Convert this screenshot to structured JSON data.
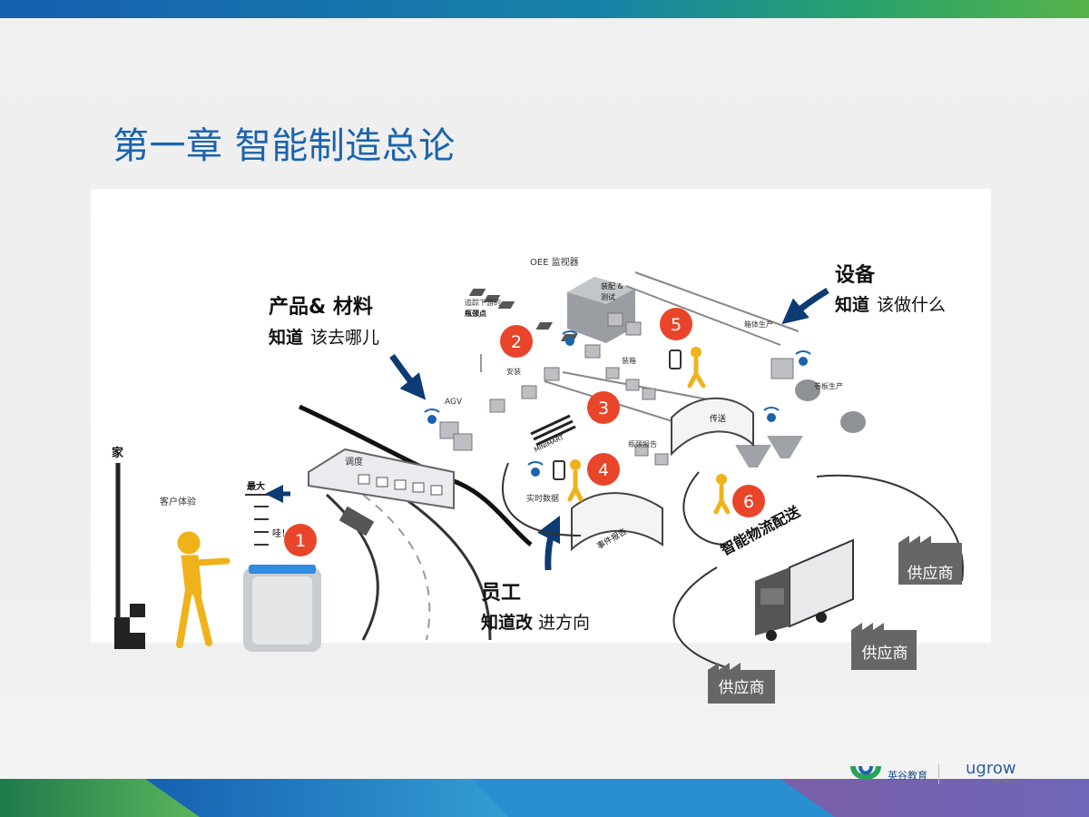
{
  "title": "第一章 智能制造总论",
  "diagram": {
    "headlines": {
      "product_material": {
        "line1": "产品& 材料",
        "line2_bold": "知道",
        "line2_rest": "该去哪儿"
      },
      "equipment": {
        "line1": "设备",
        "line2_bold": "知道",
        "line2_rest": "该做什么"
      },
      "staff": {
        "line1": "员工",
        "line2_bold": "知道改",
        "line2_rest": "进方向"
      }
    },
    "left_labels": {
      "home": "家",
      "customer_experience": "客户体验",
      "max": "最大",
      "wow": "哇！"
    },
    "small_labels": {
      "oee": "OEE 监视器",
      "agv": "AGV",
      "dispatch": "调度",
      "realtime": "实时数据",
      "minimart": "MINIMART",
      "assembly_a": "装配 &",
      "assembly_b": "测试",
      "next_step_a": "追踪下游的",
      "next_step_b": "瓶颈点",
      "install": "安装",
      "pack": "装箱",
      "box_production": "箱体生产",
      "sheet_production": "卷板生产",
      "transport": "传送",
      "bottleneck": "瓶颈报告",
      "event_report": "事件报告"
    },
    "logistics": "智能物流配送",
    "suppliers": [
      "供应商",
      "供应商",
      "供应商"
    ],
    "badges": [
      "1",
      "2",
      "3",
      "4",
      "5",
      "6"
    ]
  },
  "logo": {
    "name_cn": "英谷教育",
    "brand": "ugrow",
    "brand_sub": "121教英谷"
  },
  "colors": {
    "title": "#1b63ae",
    "badge": "#e8452a",
    "arrow": "#0d3b73",
    "worker": "#f0b21a",
    "supplier": "#666666"
  }
}
